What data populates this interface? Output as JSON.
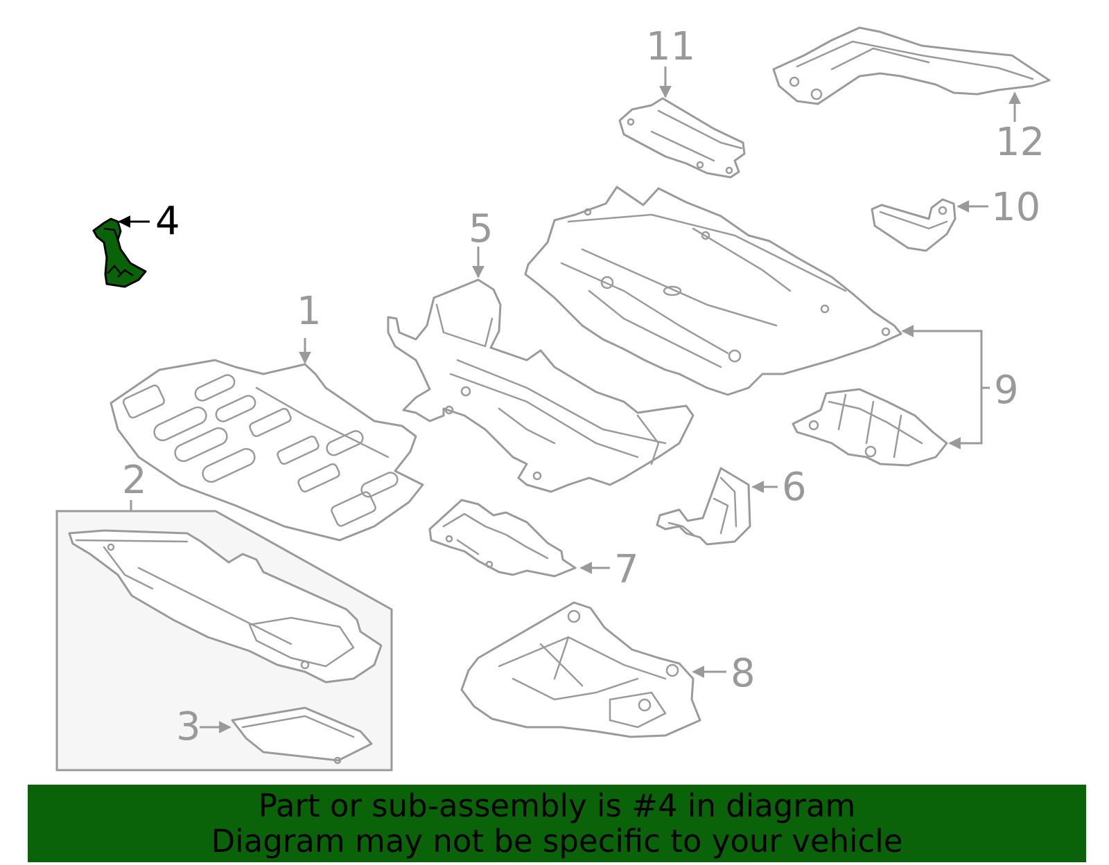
{
  "highlight_color": "#0b6309",
  "callouts": [
    {
      "id": "1",
      "text": "1"
    },
    {
      "id": "2",
      "text": "2"
    },
    {
      "id": "3",
      "text": "3"
    },
    {
      "id": "4",
      "text": "4",
      "highlighted": true
    },
    {
      "id": "5",
      "text": "5"
    },
    {
      "id": "6",
      "text": "6"
    },
    {
      "id": "7",
      "text": "7"
    },
    {
      "id": "8",
      "text": "8"
    },
    {
      "id": "9",
      "text": "9"
    },
    {
      "id": "10",
      "text": "10"
    },
    {
      "id": "11",
      "text": "11"
    },
    {
      "id": "12",
      "text": "12"
    }
  ],
  "banner": {
    "line1": "Part or sub-assembly is #4 in diagram",
    "line2": "Diagram may not be specific to your vehicle"
  }
}
